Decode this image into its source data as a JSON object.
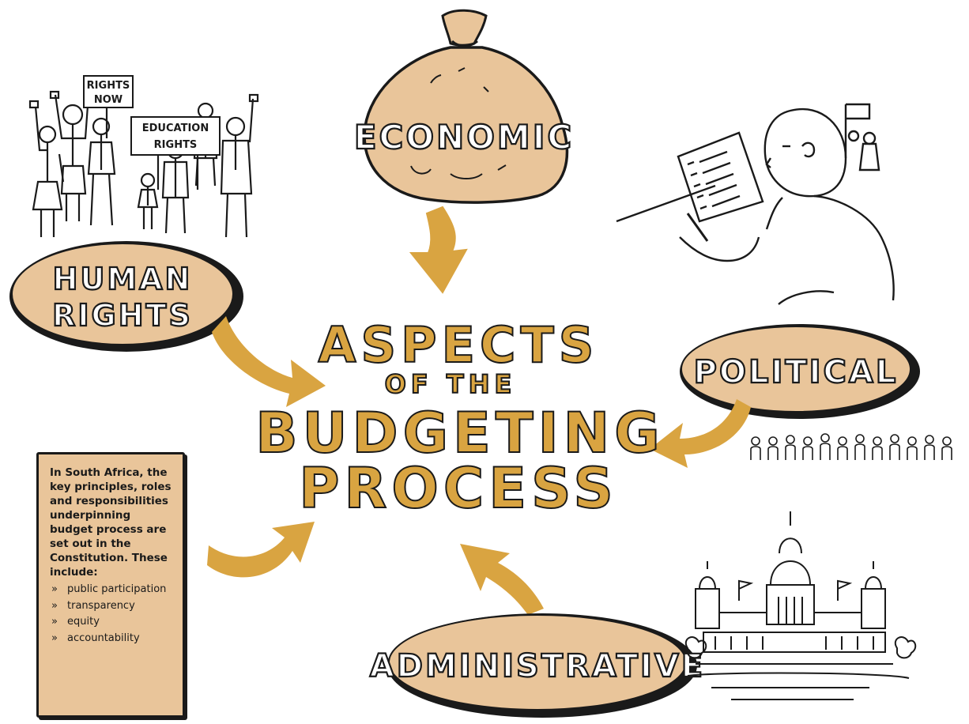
{
  "title": {
    "line1": "ASPECTS",
    "line2": "OF THE",
    "line3": "BUDGETING",
    "line4": "PROCESS"
  },
  "aspects": {
    "economic": "ECONOMIC",
    "human_rights_line1": "HUMAN",
    "human_rights_line2": "RIGHTS",
    "political": "POLITICAL",
    "administrative": "ADMINISTRATIVE"
  },
  "signs": {
    "rights_now_line1": "RIGHTS",
    "rights_now_line2": "NOW",
    "education_line1": "EDUCATION",
    "education_line2": "RIGHTS"
  },
  "info_box": {
    "intro": "In South Africa, the key principles, roles and responsibilities underpinning budget process are set out in the Constitution. These include:",
    "bullet_glyph": "»",
    "items": [
      "public participation",
      "transparency",
      "equity",
      "accountability"
    ]
  },
  "colors": {
    "accent": "#d9a441",
    "bubble_fill": "#e9c59a",
    "ink": "#1a1a1a"
  }
}
